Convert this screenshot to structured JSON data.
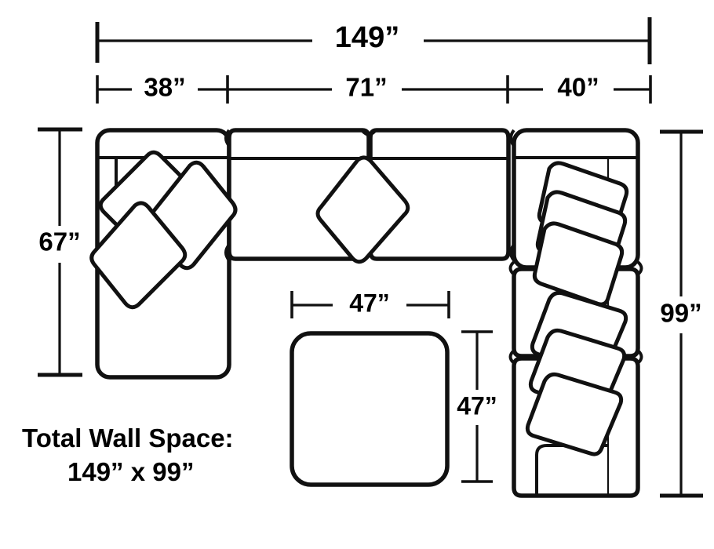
{
  "diagram": {
    "title_text": "Total Wall Space:",
    "subtitle_text": "149” x 99”",
    "stroke_color": "#111111",
    "fill_color": "#ffffff",
    "background_color": "#ffffff"
  },
  "dimensions": {
    "overall_width": "149”",
    "segment_left": "38”",
    "segment_middle": "71”",
    "segment_right": "40”",
    "left_depth": "67”",
    "right_depth": "99”",
    "ottoman_width": "47”",
    "ottoman_depth": "47”"
  },
  "pieces": {
    "left_chaise": "left-chaise",
    "middle_seat_left": "middle-seat-left",
    "middle_seat_right": "middle-seat-right",
    "corner_unit": "right-corner-unit",
    "right_seat_middle": "right-seat-middle",
    "right_seat_bottom": "right-seat-bottom",
    "ottoman": "ottoman"
  }
}
